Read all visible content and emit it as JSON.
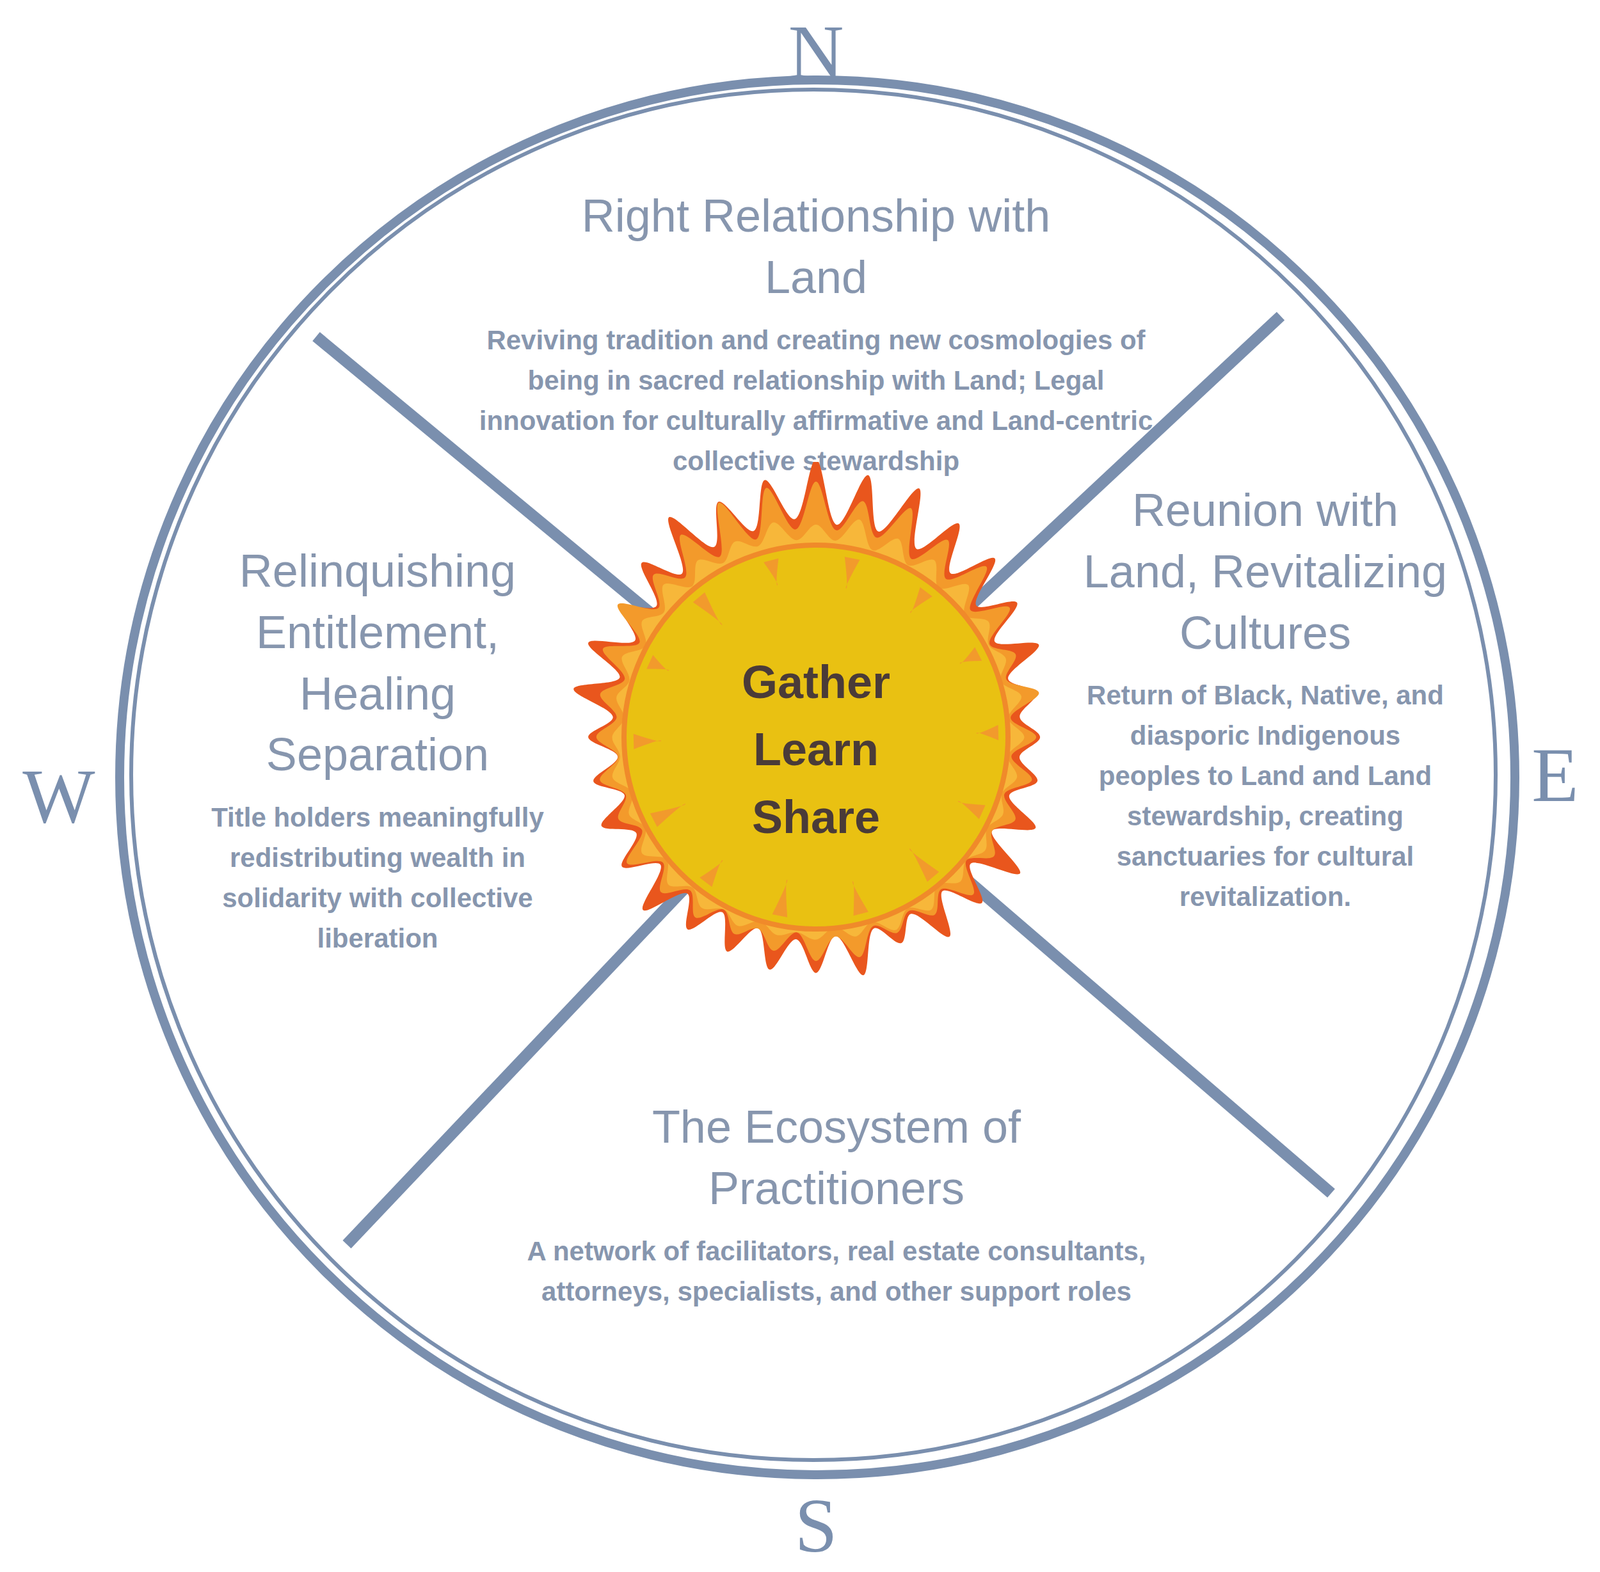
{
  "diagram": {
    "nodes": [
      {
        "text": [
          "Right Relationship with Land",
          "Reviving tradition and creating new cosmologies of being in sacred relationship with Land; Legal innovation for culturally affirmative and Land-centric collective stewardship"
        ]
      },
      {
        "text": [
          "Relinquishing Entitlement, Healing Separation",
          "Title holders meaningfully redistributing wealth in solidarity with collective liberation"
        ]
      },
      {
        "text": [
          "Gather Learn Share"
        ]
      },
      {
        "text": [
          "Reunion with Land, Revitalizing Cultures",
          "Return of Black, Native, and diasporic Indigenous peoples to Land and Land stewardship, creating sanctuaries for cultural revitalization."
        ]
      },
      {
        "text": [
          "The Ecosystem of Practitioners",
          "A network of facilitators, real estate consultants, attorneys, specialists, and other support roles"
        ]
      }
    ],
    "labels": [
      "N",
      "E",
      "S",
      "W"
    ]
  }
}
